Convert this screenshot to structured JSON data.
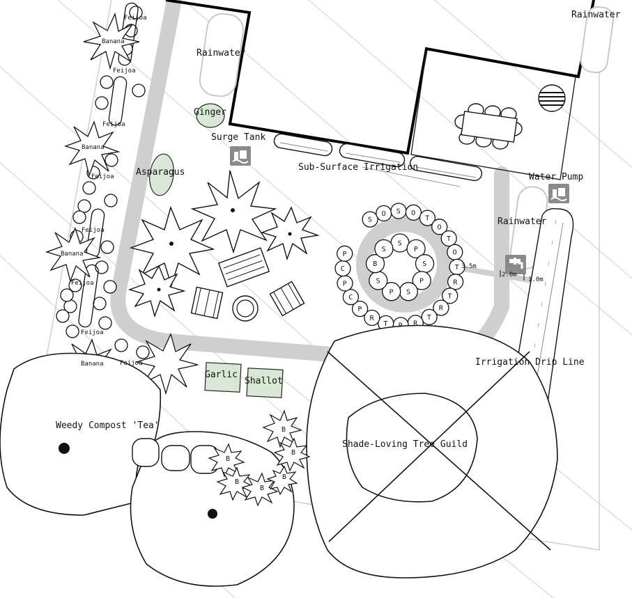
{
  "labels": {
    "rainwater_top": "Rainwater",
    "rainwater_left": "Rainwater",
    "rainwater_right": "Rainwater",
    "ginger": "Ginger",
    "surge_tank": "Surge Tank",
    "sub_surface_irrigation": "Sub-Surface Irrigation",
    "water_pump": "Water Pump",
    "asparagus": "Asparagus",
    "irrigation_drip_line": "Irrigation Drip Line",
    "garlic": "Garlic",
    "shallot": "Shallot",
    "weedy_compost_tea": "Weedy Compost 'Tea'",
    "shade_loving_tree_guild": "Shade-Loving Tree Guild"
  },
  "hedge_labels": {
    "feijoa": "Feijoa",
    "banana": "Banana"
  },
  "measurements": {
    "m1": "3.5m",
    "m2": "2.0m",
    "m3": "1.0m"
  },
  "spiral_letters": [
    "S",
    "O",
    "S",
    "O",
    "T",
    "O",
    "T",
    "O",
    "T",
    "R",
    "T",
    "R",
    "T",
    "R",
    "R",
    "T",
    "R",
    "P",
    "C",
    "P",
    "C",
    "P",
    "S",
    "P",
    "S",
    "P",
    "S",
    "P",
    "S",
    "B",
    "S"
  ],
  "berry_letters": [
    "B",
    "B",
    "B",
    "B",
    "B",
    "B"
  ],
  "icon_names": [
    "tank-icon",
    "tank-icon",
    "faucet-icon",
    "faucet-icon"
  ]
}
